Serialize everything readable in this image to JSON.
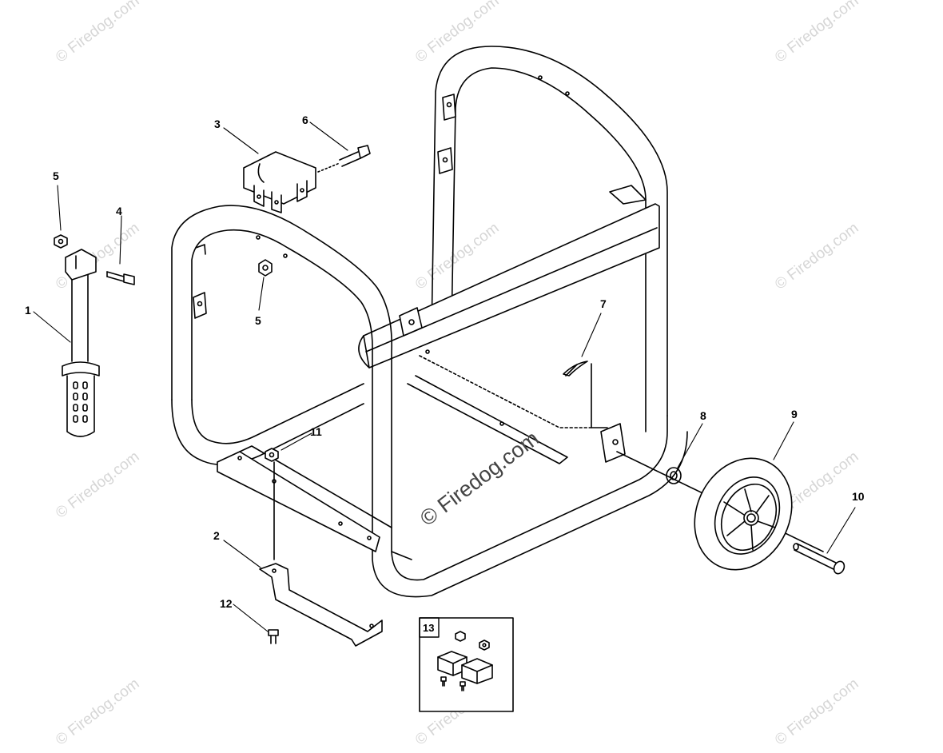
{
  "diagram": {
    "watermark": "© Firedog.com",
    "watermark_center": "© Firedog.com",
    "callouts": {
      "c1": "1",
      "c2": "2",
      "c3": "3",
      "c4": "4",
      "c5a": "5",
      "c5b": "5",
      "c6": "6",
      "c7": "7",
      "c8": "8",
      "c9": "9",
      "c10": "10",
      "c11": "11",
      "c12": "12",
      "c13": "13"
    }
  },
  "colors": {
    "line": "#000000",
    "watermark": "#d6d6d6",
    "background": "#ffffff"
  }
}
